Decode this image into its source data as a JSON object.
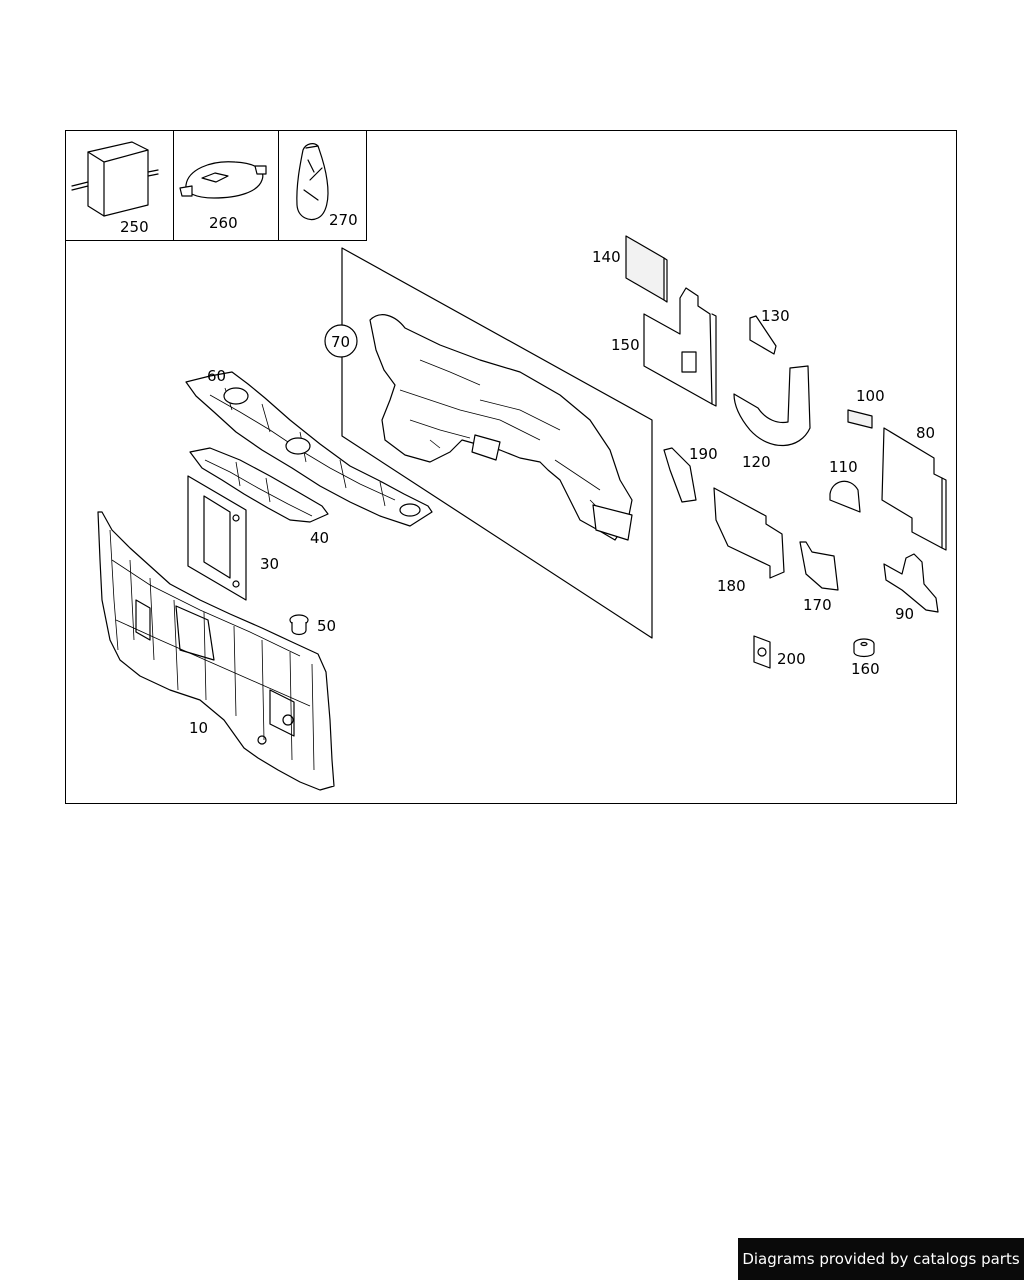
{
  "callouts": {
    "c250": "250",
    "c260": "260",
    "c270": "270",
    "c140": "140",
    "c150": "150",
    "c130": "130",
    "c70": "70",
    "c60": "60",
    "c100": "100",
    "c80": "80",
    "c190": "190",
    "c120": "120",
    "c110": "110",
    "c40": "40",
    "c30": "30",
    "c180": "180",
    "c170": "170",
    "c90": "90",
    "c50": "50",
    "c200": "200",
    "c160": "160",
    "c10": "10"
  },
  "footer": {
    "text": "Diagrams provided by catalogs parts"
  },
  "colors": {
    "line": "#000000",
    "background": "#ffffff",
    "badge_background": "#0a0a0a",
    "badge_text": "#ffffff"
  }
}
